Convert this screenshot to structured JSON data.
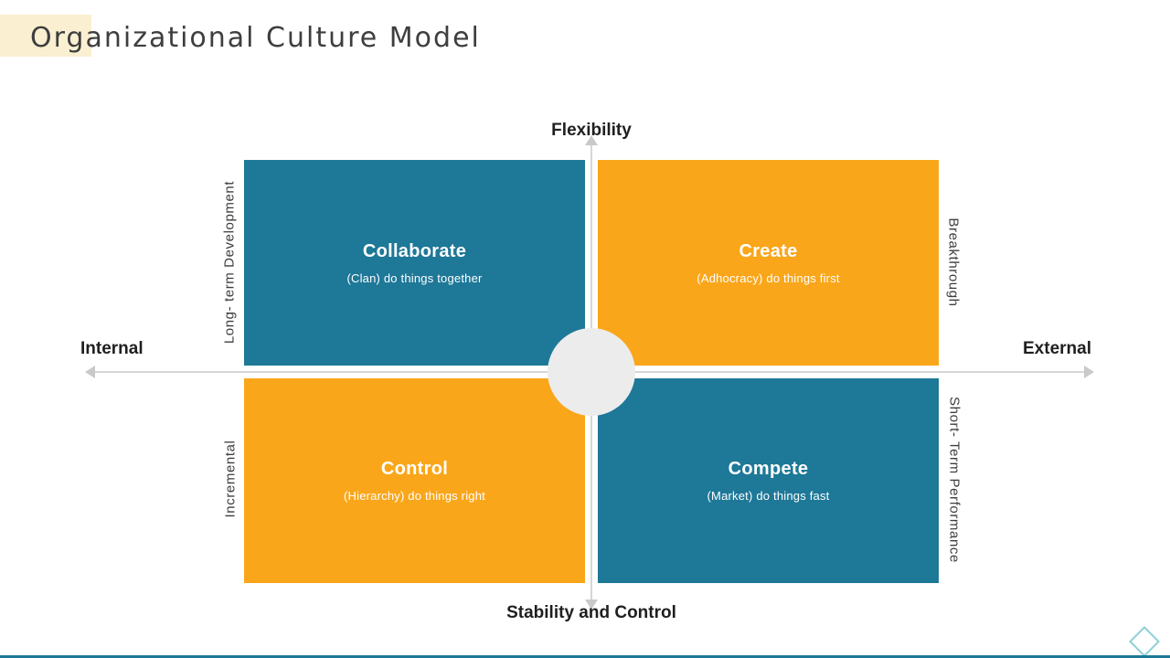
{
  "slide": {
    "title": "Organizational Culture Model"
  },
  "axes": {
    "top_label": "Flexibility",
    "bottom_label": "Stability and Control",
    "left_label": "Internal",
    "right_label": "External"
  },
  "side_labels": {
    "top_left": "Long- term Development",
    "bottom_left": "Incremental",
    "top_right": "Breakthrough",
    "bottom_right": "Short- Term Performance"
  },
  "quadrants": {
    "top_left": {
      "title": "Collaborate",
      "subtitle": "(Clan) do things together",
      "color": "#1E7898"
    },
    "top_right": {
      "title": "Create",
      "subtitle": "(Adhocracy) do things first",
      "color": "#FAA61A"
    },
    "bottom_left": {
      "title": "Control",
      "subtitle": "(Hierarchy) do things right",
      "color": "#FAA61A"
    },
    "bottom_right": {
      "title": "Compete",
      "subtitle": "(Market) do things fast",
      "color": "#1E7898"
    }
  },
  "colors": {
    "teal": "#1E7898",
    "orange": "#FAA61A",
    "axis_line": "#D6D6D6",
    "arrow": "#C9C9C9",
    "center_circle": "#ECECEC",
    "title_accent": "#FBEFD2",
    "bottom_bar": "#1E7898",
    "diamond_outline": "#8FD0D8",
    "title_text": "#3E3E3E"
  }
}
